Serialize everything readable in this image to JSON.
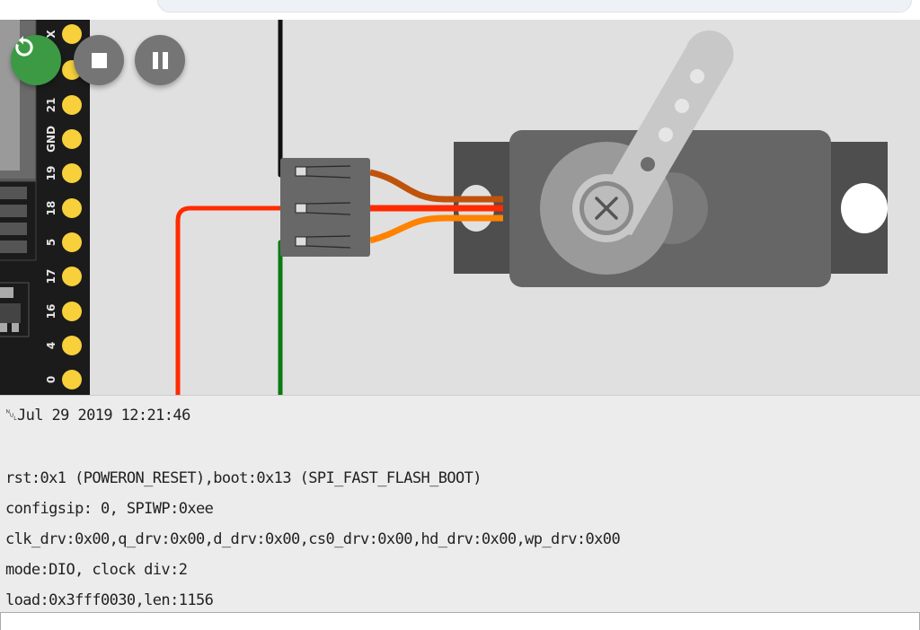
{
  "simulation": {
    "controls": [
      {
        "name": "restart",
        "icon": "restart-icon",
        "color": "#3c9a45"
      },
      {
        "name": "stop",
        "icon": "stop-icon",
        "color": "#757575"
      },
      {
        "name": "pause",
        "icon": "pause-icon",
        "color": "#757575"
      }
    ],
    "board_pins": [
      "X",
      "",
      "21",
      "GND",
      "19",
      "18",
      "5",
      "17",
      "16",
      "4",
      "0"
    ],
    "wire_colors": {
      "gnd": "#111111",
      "vcc": "#ff2a00",
      "signal": "#0a7a12",
      "servo_brown": "#c0520a",
      "servo_red": "#ff2a00",
      "servo_orange": "#ff8200"
    }
  },
  "serial_monitor": {
    "lines": [
      "␀Jul 29 2019 12:21:46",
      "rst:0x1 (POWERON_RESET),boot:0x13 (SPI_FAST_FLASH_BOOT)",
      "configsip: 0, SPIWP:0xee",
      "clk_drv:0x00,q_drv:0x00,d_drv:0x00,cs0_drv:0x00,hd_drv:0x00,wp_drv:0x00",
      "mode:DIO, clock div:2",
      "load:0x3fff0030,len:1156"
    ],
    "input_value": ""
  }
}
